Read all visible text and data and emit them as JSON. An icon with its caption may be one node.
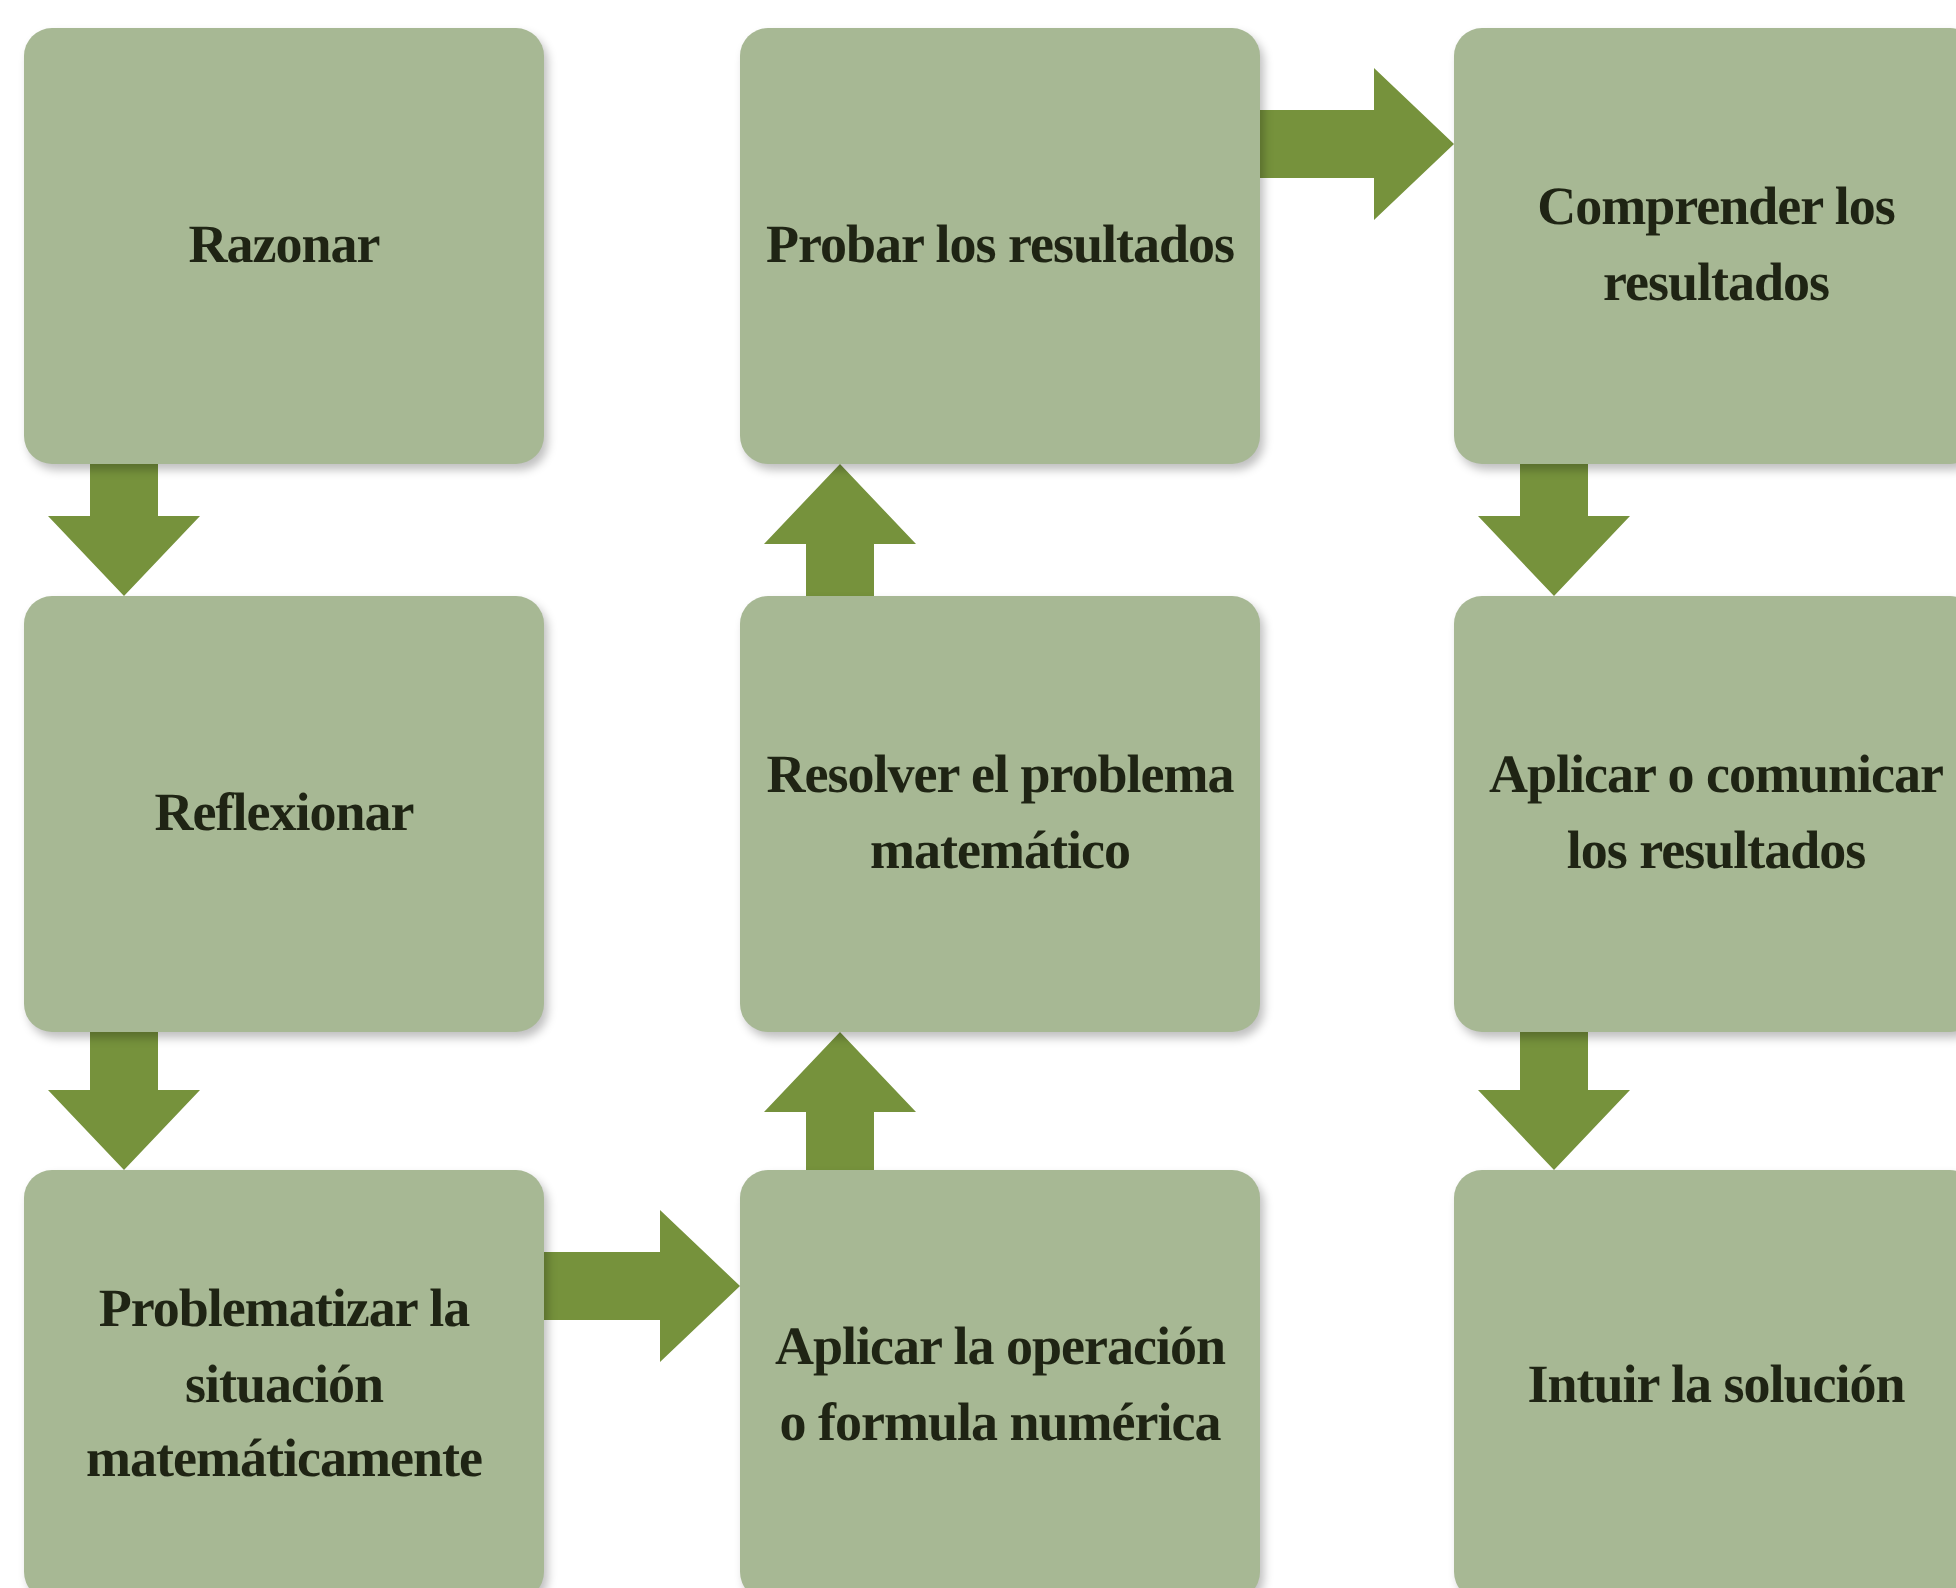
{
  "diagram": {
    "nodes": [
      {
        "text": [
          "Razonar"
        ]
      },
      {
        "text": [
          "Reflexionar"
        ]
      },
      {
        "text": [
          "Problematizar la situación matemáticamente"
        ]
      },
      {
        "text": [
          "Aplicar la operación o formula numérica"
        ]
      },
      {
        "text": [
          "Resolver el problema matemático"
        ]
      },
      {
        "text": [
          "Probar los resultados"
        ]
      },
      {
        "text": [
          "Comprender los resultados"
        ]
      },
      {
        "text": [
          "Aplicar o comunicar los resultados"
        ]
      },
      {
        "text": [
          "Intuir la solución"
        ]
      }
    ],
    "edges": [
      {
        "from": 0,
        "to": 1,
        "arrow": "to"
      },
      {
        "from": 1,
        "to": 2,
        "arrow": "to"
      },
      {
        "from": 2,
        "to": 3,
        "arrow": "to"
      },
      {
        "from": 3,
        "to": 4,
        "arrow": "to"
      },
      {
        "from": 4,
        "to": 5,
        "arrow": "to"
      },
      {
        "from": 5,
        "to": 6,
        "arrow": "to"
      },
      {
        "from": 6,
        "to": 7,
        "arrow": "to"
      },
      {
        "from": 7,
        "to": 8,
        "arrow": "to"
      }
    ]
  }
}
